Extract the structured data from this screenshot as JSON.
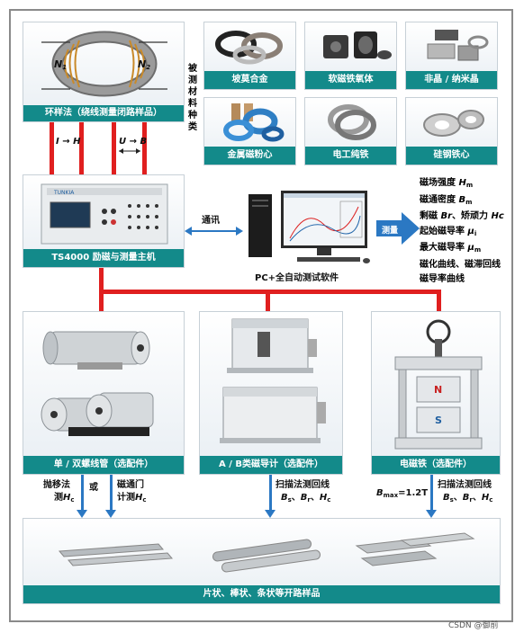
{
  "top_left": {
    "n1": "N",
    "n1_sub": "1",
    "n2": "N",
    "n2_sub": "2",
    "caption": "环样法（绕线测量闭路样品）"
  },
  "arrows_left": {
    "ih_i": "I",
    "ih_arrow": "→",
    "ih_h": "H",
    "ub_u": "U",
    "ub_arrow": "→",
    "ub_b": "B"
  },
  "vertical_label": [
    "被",
    "测",
    "材",
    "料",
    "种",
    "类"
  ],
  "materials": [
    {
      "label": "坡莫合金"
    },
    {
      "label": "软磁铁氧体"
    },
    {
      "label": "非晶 / 纳米晶"
    },
    {
      "label": "金属磁粉心"
    },
    {
      "label": "电工纯铁"
    },
    {
      "label": "硅钢铁心"
    }
  ],
  "host": {
    "caption": "TS4000 励磁与测量主机",
    "brand": "TUNKIA"
  },
  "comm_label": "通讯",
  "pc_caption": "PC+全自动测试软件",
  "measure_label": "测量",
  "params": [
    {
      "text": "磁场强度 ",
      "sym": "H",
      "sub": "m"
    },
    {
      "text": "磁通密度 ",
      "sym": "B",
      "sub": "m"
    },
    {
      "text": "剩磁 ",
      "sym": "Br",
      "mid": "、矫顽力 ",
      "sym2": "Hc"
    },
    {
      "text": "起始磁导率 ",
      "sym": "μ",
      "sub": "i"
    },
    {
      "text": "最大磁导率 ",
      "sym": "μ",
      "sub": "m"
    },
    {
      "text": "磁化曲线、磁滞回线"
    },
    {
      "text": "磁导率曲线"
    }
  ],
  "bottom_panels": [
    {
      "caption": "单 / 双螺线管（选配件）"
    },
    {
      "caption": "A / B类磁导计（选配件）"
    },
    {
      "caption": "电磁铁（选配件）"
    }
  ],
  "solenoid_notes": {
    "pull": "抛移法",
    "pull2": "测",
    "or": "或",
    "flux": "磁通门",
    "flux2": "计测"
  },
  "scan": {
    "line": "扫描法测回线",
    "b": "B",
    "bs": "s",
    "br": "r",
    "h": "H",
    "hc": "c"
  },
  "bmax": {
    "b": "B",
    "sub": "max",
    "val": "=1.2T"
  },
  "magnet_labels": {
    "n": "N",
    "s": "S"
  },
  "open_samples_caption": "片状、棒状、条状等开路样品",
  "watermark": "CSDN @御前"
}
